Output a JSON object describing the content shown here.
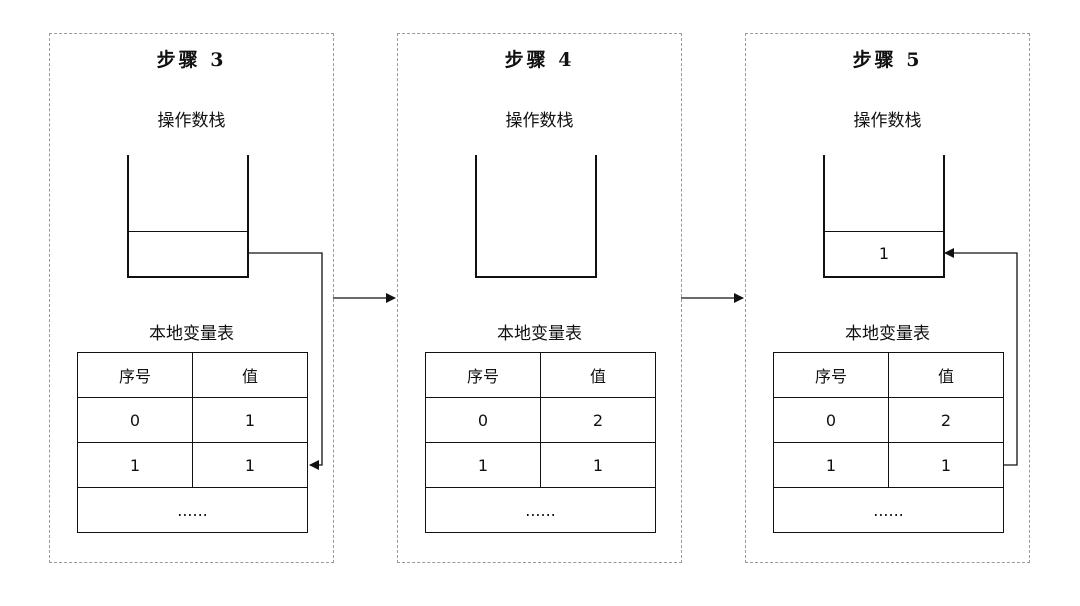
{
  "steps": [
    {
      "title": "步骤 3",
      "stack_label": "操作数栈",
      "stack_cell": "",
      "var_label": "本地变量表",
      "table_header": [
        "序号",
        "值"
      ],
      "rows": [
        [
          "0",
          "1"
        ],
        [
          "1",
          "1"
        ]
      ],
      "ellipsis": "......"
    },
    {
      "title": "步骤 4",
      "stack_label": "操作数栈",
      "var_label": "本地变量表",
      "table_header": [
        "序号",
        "值"
      ],
      "rows": [
        [
          "0",
          "2"
        ],
        [
          "1",
          "1"
        ]
      ],
      "ellipsis": "......"
    },
    {
      "title": "步骤 5",
      "stack_label": "操作数栈",
      "stack_cell": "1",
      "var_label": "本地变量表",
      "table_header": [
        "序号",
        "值"
      ],
      "rows": [
        [
          "0",
          "2"
        ],
        [
          "1",
          "1"
        ]
      ],
      "ellipsis": "......"
    }
  ],
  "colors": {
    "line": "#111111",
    "border_dashed": "#9a9a9a",
    "background": "#ffffff"
  }
}
